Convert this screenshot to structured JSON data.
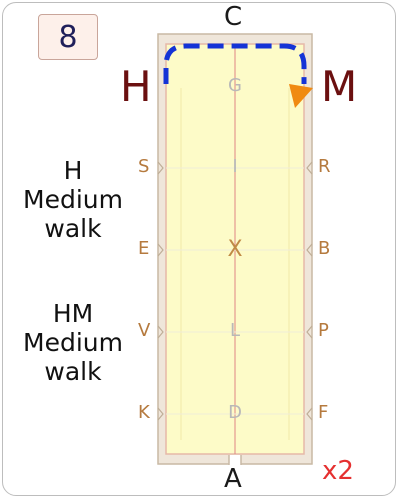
{
  "test_number": "8",
  "repeat": "x2",
  "corner_letters": {
    "left": "H",
    "right": "M"
  },
  "end_letters": {
    "top": "C",
    "bottom": "A"
  },
  "left_letters": [
    "S",
    "E",
    "V",
    "K"
  ],
  "right_letters": [
    "R",
    "B",
    "P",
    "F"
  ],
  "center_letters": [
    "G",
    "I",
    "X",
    "L",
    "D"
  ],
  "instructions": [
    {
      "lines": [
        "H",
        "Medium",
        "walk"
      ]
    },
    {
      "lines": [
        "HM",
        "Medium",
        "walk"
      ]
    }
  ],
  "colors": {
    "arena_fill": "#fdfbc8",
    "arena_border": "#d9c9b4",
    "path": "#1433d6",
    "arrow": "#f08a12",
    "centre_line": "#e08585"
  }
}
